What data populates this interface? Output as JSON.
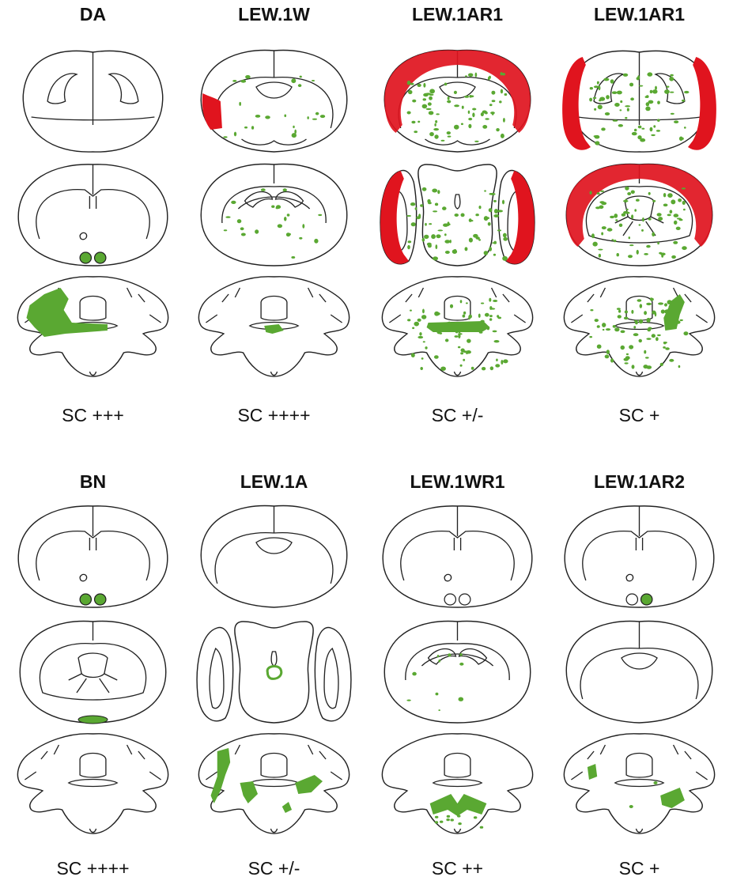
{
  "colors": {
    "outline": "#222222",
    "lesion_green": "#5aa832",
    "lesion_red": "#e0141e"
  },
  "panels": [
    {
      "strain": "DA",
      "score": "SC +++",
      "sections": [
        {
          "type": "olfactory",
          "green": [],
          "red": []
        },
        {
          "type": "forebrain",
          "nodes": "green-both",
          "green": [],
          "red": []
        },
        {
          "type": "hindbrain",
          "green": [
            {
              "shape": "blob-left-large"
            }
          ],
          "red": []
        }
      ]
    },
    {
      "strain": "LEW.1W",
      "score": "SC ++++",
      "sections": [
        {
          "type": "frontal",
          "green": [
            {
              "shape": "sparse"
            }
          ],
          "red": [
            {
              "shape": "left-edge"
            }
          ]
        },
        {
          "type": "hippocampal",
          "green": [
            {
              "shape": "sparse"
            }
          ],
          "red": []
        },
        {
          "type": "hindbrain",
          "green": [
            {
              "shape": "center-small"
            }
          ],
          "red": []
        }
      ]
    },
    {
      "strain": "LEW.1AR1",
      "score": "SC +/-",
      "sections": [
        {
          "type": "frontal",
          "green": [
            {
              "shape": "dense"
            }
          ],
          "red": [
            {
              "shape": "cortex-rim"
            }
          ]
        },
        {
          "type": "olfactory-bulbs",
          "green": [
            {
              "shape": "dense"
            }
          ],
          "red": [
            {
              "shape": "bulb-rims"
            }
          ]
        },
        {
          "type": "hindbrain",
          "green": [
            {
              "shape": "center-band"
            },
            {
              "shape": "dense"
            }
          ],
          "red": []
        }
      ]
    },
    {
      "strain": "LEW.1AR1",
      "score": "SC +",
      "sections": [
        {
          "type": "olfactory",
          "green": [
            {
              "shape": "dense"
            }
          ],
          "red": [
            {
              "shape": "bulb-rims"
            }
          ]
        },
        {
          "type": "striatal",
          "green": [
            {
              "shape": "dense"
            }
          ],
          "red": [
            {
              "shape": "cortex-rim"
            }
          ]
        },
        {
          "type": "hindbrain",
          "green": [
            {
              "shape": "blob-right"
            },
            {
              "shape": "dense"
            }
          ],
          "red": []
        }
      ]
    },
    {
      "strain": "BN",
      "score": "SC ++++",
      "sections": [
        {
          "type": "forebrain",
          "nodes": "green-both",
          "green": [],
          "red": []
        },
        {
          "type": "striatal",
          "green": [
            {
              "shape": "ventral-oval"
            }
          ],
          "red": []
        },
        {
          "type": "hindbrain",
          "green": [],
          "red": []
        }
      ]
    },
    {
      "strain": "LEW.1A",
      "score": "SC +/-",
      "sections": [
        {
          "type": "frontal-plain",
          "green": [],
          "red": []
        },
        {
          "type": "olfactory-bulbs",
          "green": [
            {
              "shape": "ring"
            }
          ],
          "red": []
        },
        {
          "type": "hindbrain",
          "green": [
            {
              "shape": "bilateral-streaks"
            }
          ],
          "red": []
        }
      ]
    },
    {
      "strain": "LEW.1WR1",
      "score": "SC ++",
      "sections": [
        {
          "type": "forebrain",
          "nodes": "open",
          "green": [],
          "red": []
        },
        {
          "type": "hippocampal",
          "green": [
            {
              "shape": "sparse-left"
            }
          ],
          "red": []
        },
        {
          "type": "hindbrain-plain",
          "green": [
            {
              "shape": "ventral-cluster"
            }
          ],
          "red": []
        }
      ]
    },
    {
      "strain": "LEW.1AR2",
      "score": "SC +",
      "sections": [
        {
          "type": "forebrain",
          "nodes": "green-right",
          "green": [],
          "red": []
        },
        {
          "type": "frontal-plain",
          "green": [],
          "red": []
        },
        {
          "type": "hindbrain",
          "green": [
            {
              "shape": "bilateral-small"
            }
          ],
          "red": []
        }
      ]
    }
  ]
}
